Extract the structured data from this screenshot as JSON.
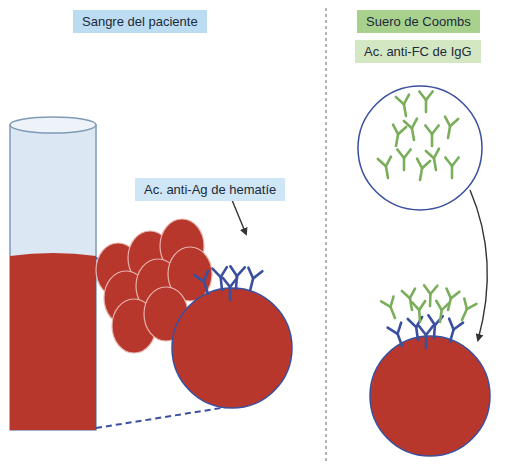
{
  "diagram": {
    "nodes": [
      {
        "text": [
          "Sangre del paciente"
        ]
      },
      {
        "text": [
          "Ac. anti-Ag de hematíe"
        ]
      },
      {
        "text": [
          "Suero de Coombs"
        ]
      },
      {
        "text": [
          "Ac. anti-FC de IgG"
        ]
      }
    ]
  }
}
